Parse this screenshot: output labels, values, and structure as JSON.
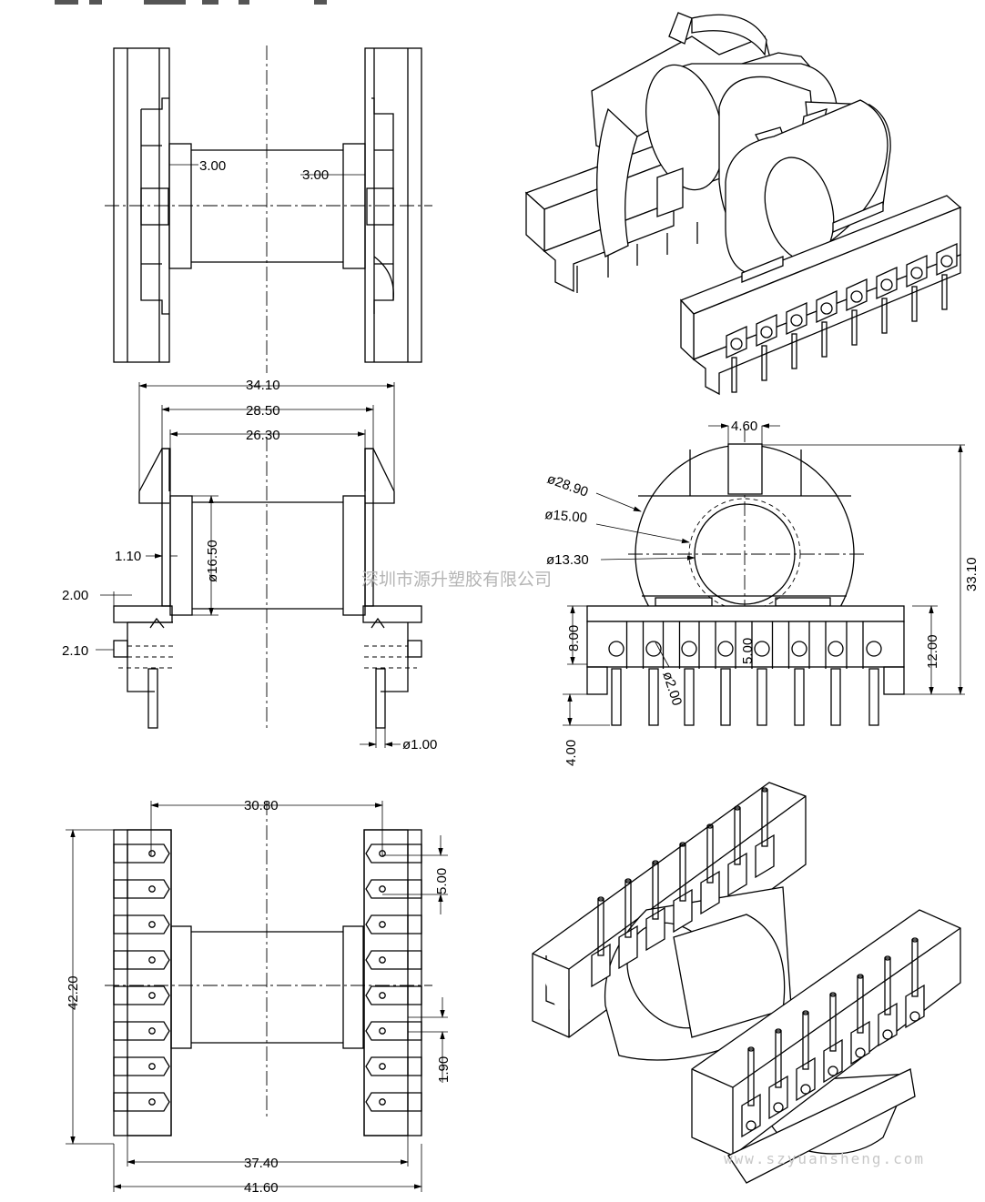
{
  "dimensions": {
    "d_3_00_left": "3.00",
    "d_3_00_right": "3.00",
    "d_34_10": "34.10",
    "d_28_50": "28.50",
    "d_26_30": "26.30",
    "d_16_50": "ø16.50",
    "d_1_10": "1.10",
    "d_2_00": "2.00",
    "d_2_10": "2.10",
    "d_1_00": "ø1.00",
    "d_4_60": "4.60",
    "d_28_90": "ø28.90",
    "d_15_00": "ø15.00",
    "d_13_30": "ø13.30",
    "d_33_10": "33.10",
    "d_8_00": "8.00",
    "d_5_00_front": "5.00",
    "d_2_00_pin": "ø2.00",
    "d_12_00": "12.00",
    "d_4_00": "4.00",
    "d_30_80": "30.80",
    "d_5_00_pitch": "5.00",
    "d_42_20": "42.20",
    "d_1_90": "1.90",
    "d_37_40": "37.40",
    "d_41_60": "41.60"
  },
  "watermark": {
    "company": "深圳市源升塑胶有限公司",
    "website": "www.szyuansheng.com"
  }
}
